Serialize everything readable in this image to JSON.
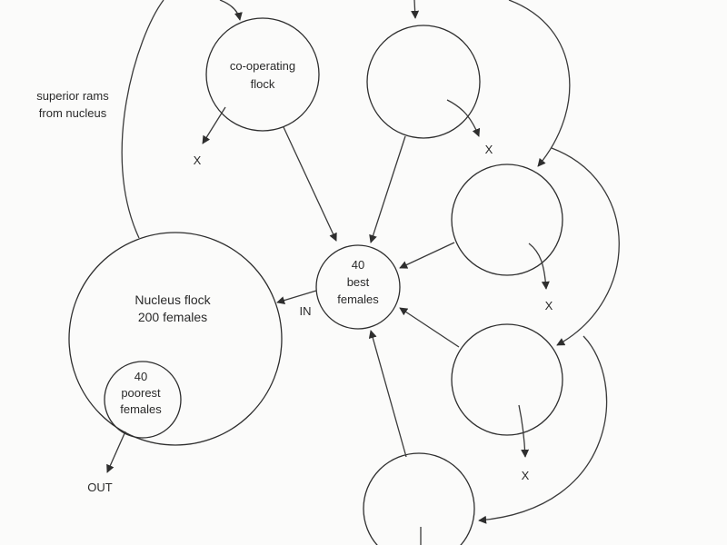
{
  "labels": {
    "cooperating_flock": [
      "co-operating",
      "flock"
    ],
    "best_females": [
      "40",
      "best",
      "females"
    ],
    "nucleus": [
      "Nucleus flock",
      "200 females"
    ],
    "poorest": [
      "40",
      "poorest",
      "females"
    ],
    "superior_rams": [
      "superior rams",
      "from nucleus"
    ],
    "in": "IN",
    "out": "OUT",
    "cull_mark": "X"
  },
  "colors": {
    "line": "#2e2e2e",
    "text": "#2a2a2a",
    "background": "#fbfbfa"
  }
}
